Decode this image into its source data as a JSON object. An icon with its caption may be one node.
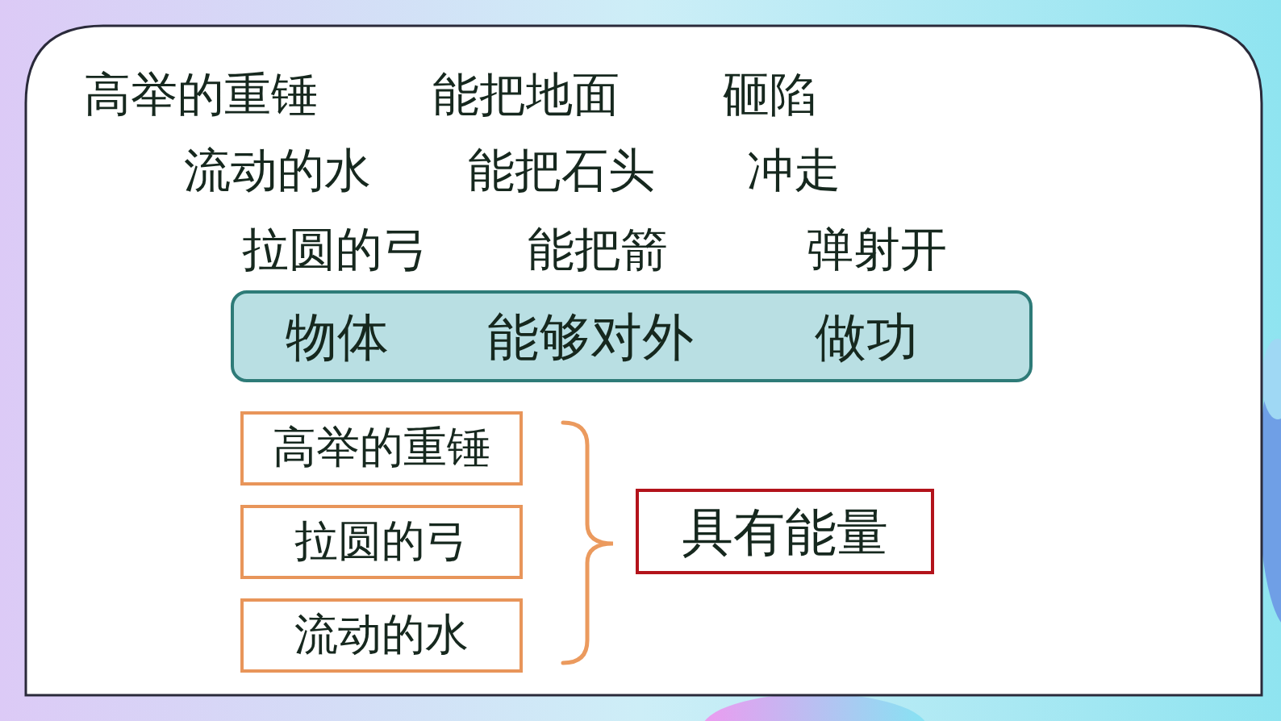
{
  "diagram": {
    "nodes": [
      {
        "text": [
          "物体",
          "能够对外",
          "做功"
        ]
      },
      {
        "text": [
          "高举的重锤"
        ]
      },
      {
        "text": [
          "拉圆的弓"
        ]
      },
      {
        "text": [
          "流动的水"
        ]
      },
      {
        "text": [
          "具有能量"
        ]
      }
    ],
    "labels": [
      "高举的重锤",
      "能把地面",
      "砸陷",
      "流动的水",
      "能把石头",
      "冲走",
      "拉圆的弓",
      "能把箭",
      "弹射开"
    ]
  }
}
